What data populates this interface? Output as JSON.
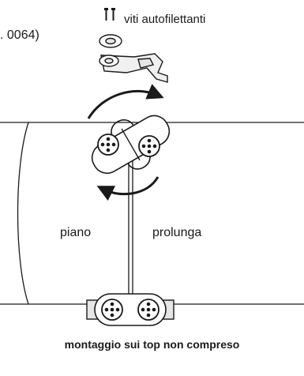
{
  "texts": {
    "code_fragment": ". 0064)",
    "screws_label": "viti autofilettanti",
    "panel_left_label": "piano",
    "panel_right_label": "prolunga",
    "caption": "montaggio sui top non compreso"
  },
  "icons": {
    "screws": "screw-pair-icon",
    "bracket": "clamp-bracket-icon",
    "rotate_top": "rotate-arrow-clockwise-icon",
    "rotate_bottom": "rotate-arrow-counterclockwise-icon"
  },
  "colors": {
    "line": "#1a1a1a",
    "part_fill": "#ffffff",
    "shade": "#e6e6e6"
  }
}
